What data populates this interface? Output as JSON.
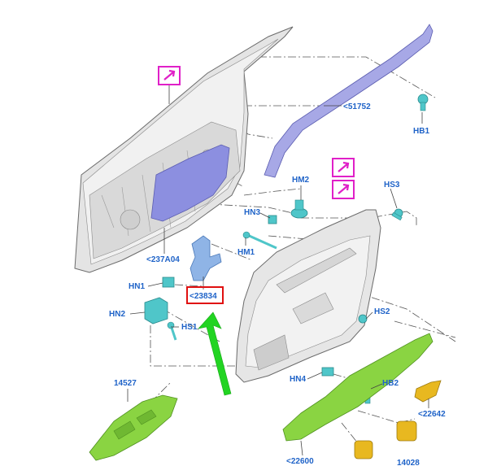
{
  "labels": {
    "part_51752": "<51752",
    "hb1": "HB1",
    "hm2": "HM2",
    "hs3": "HS3",
    "hn3": "HN3",
    "hm1": "HM1",
    "part_237a04": "<237A04",
    "hn1": "HN1",
    "part_23834": "<23834",
    "hn2": "HN2",
    "hs1": "HS1",
    "hs2": "HS2",
    "hn4": "HN4",
    "hb2": "HB2",
    "part_14527": "14527",
    "part_22642": "<22642",
    "part_22600": "<22600",
    "part_14028": "14028"
  },
  "colors": {
    "label_text": "#1f63c8",
    "link_badge": "#e020c8",
    "highlight_box": "#e01010",
    "pointer_arrow": "#22d422",
    "door_gray": "#e3e3e3",
    "panel_blue": "#8c8fe0",
    "bracket_blue": "#8fb4e6",
    "clip_teal": "#4fc6c9",
    "trim_green": "#8ad442",
    "part_yellow": "#e8b820"
  },
  "icons": {
    "link_badge": "arrow-up-right-icon",
    "pointer": "green-arrow-icon"
  }
}
